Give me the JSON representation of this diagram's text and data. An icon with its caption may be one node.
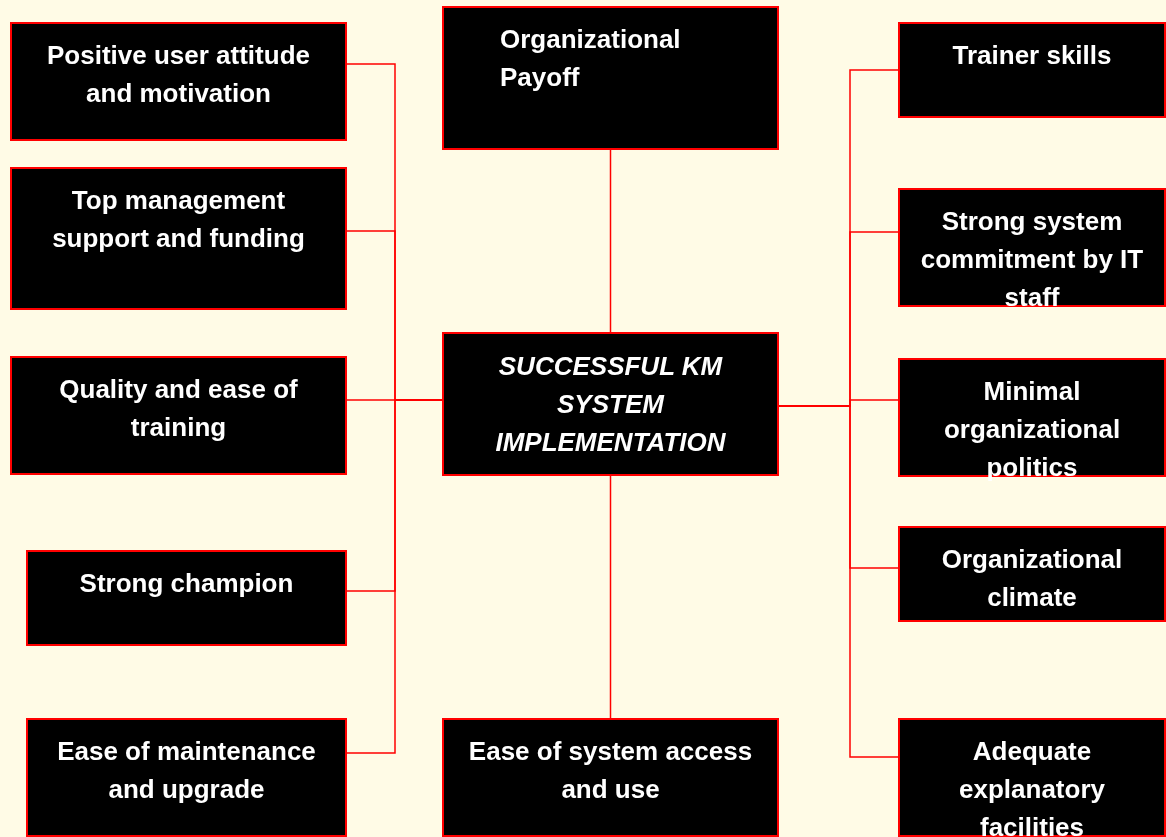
{
  "diagram": {
    "nodes": [
      {
        "text": [
          "Positive user attitude and motivation"
        ]
      },
      {
        "text": [
          "Top management support and funding"
        ]
      },
      {
        "text": [
          "Quality and ease of training"
        ]
      },
      {
        "text": [
          "Strong champion"
        ]
      },
      {
        "text": [
          "Ease of maintenance and upgrade"
        ]
      },
      {
        "text": [
          "Organizational Payoff"
        ]
      },
      {
        "text": [
          "SUCCESSFUL KM SYSTEM IMPLEMENTATION"
        ]
      },
      {
        "text": [
          "Ease of system access and use"
        ]
      },
      {
        "text": [
          "Trainer skills"
        ]
      },
      {
        "text": [
          "Strong system commitment by IT staff"
        ]
      },
      {
        "text": [
          "Minimal organizational politics"
        ]
      },
      {
        "text": [
          "Organizational climate"
        ]
      },
      {
        "text": [
          "Adequate explanatory facilities"
        ]
      }
    ],
    "edges": [
      {
        "from": 0,
        "to": 6,
        "arrow": "none"
      },
      {
        "from": 1,
        "to": 6,
        "arrow": "none"
      },
      {
        "from": 2,
        "to": 6,
        "arrow": "none"
      },
      {
        "from": 3,
        "to": 6,
        "arrow": "none"
      },
      {
        "from": 4,
        "to": 6,
        "arrow": "none"
      },
      {
        "from": 6,
        "to": 5,
        "arrow": "none"
      },
      {
        "from": 6,
        "to": 7,
        "arrow": "none"
      },
      {
        "from": 6,
        "to": 8,
        "arrow": "none"
      },
      {
        "from": 6,
        "to": 9,
        "arrow": "none"
      },
      {
        "from": 6,
        "to": 10,
        "arrow": "none"
      },
      {
        "from": 6,
        "to": 11,
        "arrow": "none"
      },
      {
        "from": 6,
        "to": 12,
        "arrow": "none"
      }
    ]
  }
}
